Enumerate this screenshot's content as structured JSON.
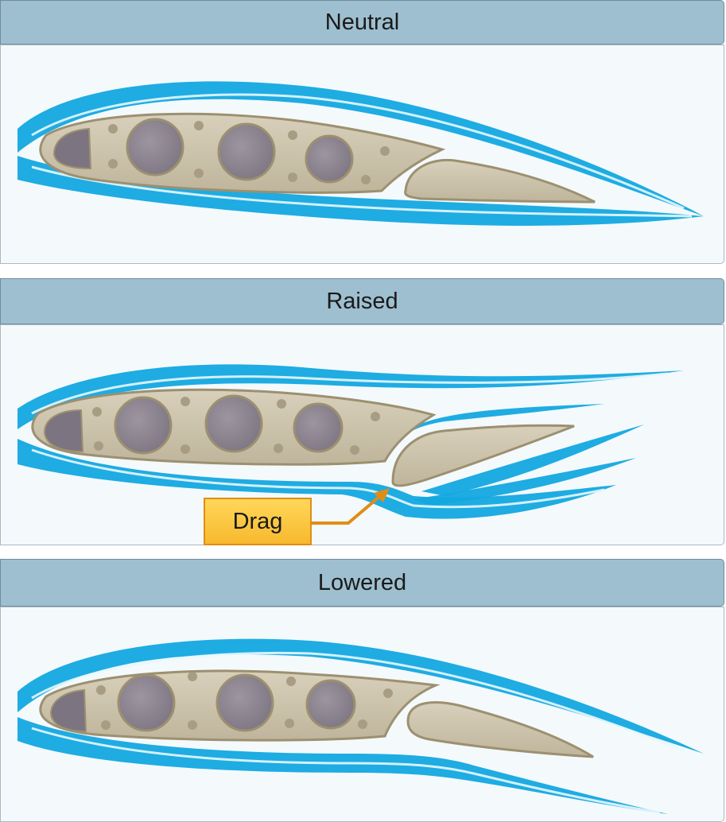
{
  "panels": [
    {
      "title": "Neutral"
    },
    {
      "title": "Raised"
    },
    {
      "title": "Lowered"
    }
  ],
  "callout": {
    "label": "Drag"
  },
  "colors": {
    "header": "#9ebfcf",
    "panel_background": "#f4f9fc",
    "airflow": "#12a8e0",
    "airfoil": "#ccc3ad",
    "airfoil_outline": "#9c9070",
    "lightening_hole": "#8d8490",
    "callout_fill": "#f9c544",
    "callout_border": "#e08d16"
  }
}
